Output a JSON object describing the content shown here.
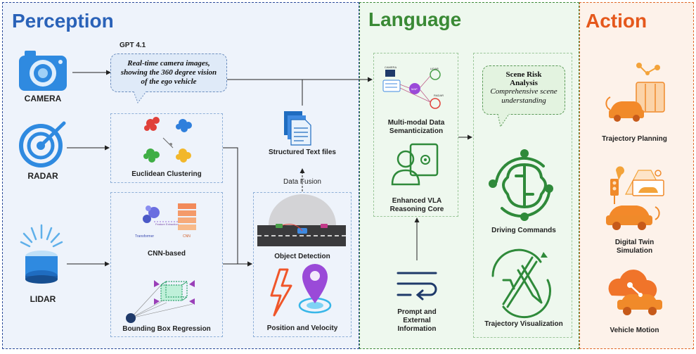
{
  "panels": {
    "perception": {
      "title": "Perception"
    },
    "language": {
      "title": "Language"
    },
    "action": {
      "title": "Action"
    }
  },
  "perception": {
    "sensors": {
      "camera": "CAMERA",
      "radar": "RADAR",
      "lidar": "LIDAR"
    },
    "gpt_label": "GPT 4.1",
    "camera_bubble": "Real-time camera images, showing the 360 degree vision of the ego vehicle",
    "euclidean": "Euclidean Clustering",
    "cnn": "CNN-based",
    "bbox": "Bounding Box Regression",
    "cnn_tiny": {
      "transformer": "Transformer",
      "cnn": "CNN",
      "feature_extraction": "Feature Extraction"
    },
    "structured_text": "Structured Text files",
    "data_fusion": "Data Fusion",
    "object_detection": "Object Detection",
    "position_velocity": "Position and  Velocity"
  },
  "language": {
    "multimodal": "Multi-modal Data Semanticization",
    "mm_tiny": {
      "camera": "CAMERA",
      "lidar": "LIDAR",
      "radar": "RADAR",
      "map": "MAP"
    },
    "vla": "Enhanced VLA Reasoning  Core",
    "prompt": "Prompt and External Information",
    "scene_risk_title": "Scene Risk Analysis",
    "scene_risk_sub": "Comprehensive scene understanding",
    "driving_commands": "Driving Commands",
    "trajectory_vis": "Trajectory Visualization"
  },
  "action": {
    "trajectory_planning": "Trajectory Planning",
    "digital_twin": "Digital Twin Simulation",
    "vehicle_motion": "Vehicle Motion"
  },
  "colors": {
    "perception": "#2a62b8",
    "language": "#3a8a35",
    "action": "#e5581c"
  }
}
